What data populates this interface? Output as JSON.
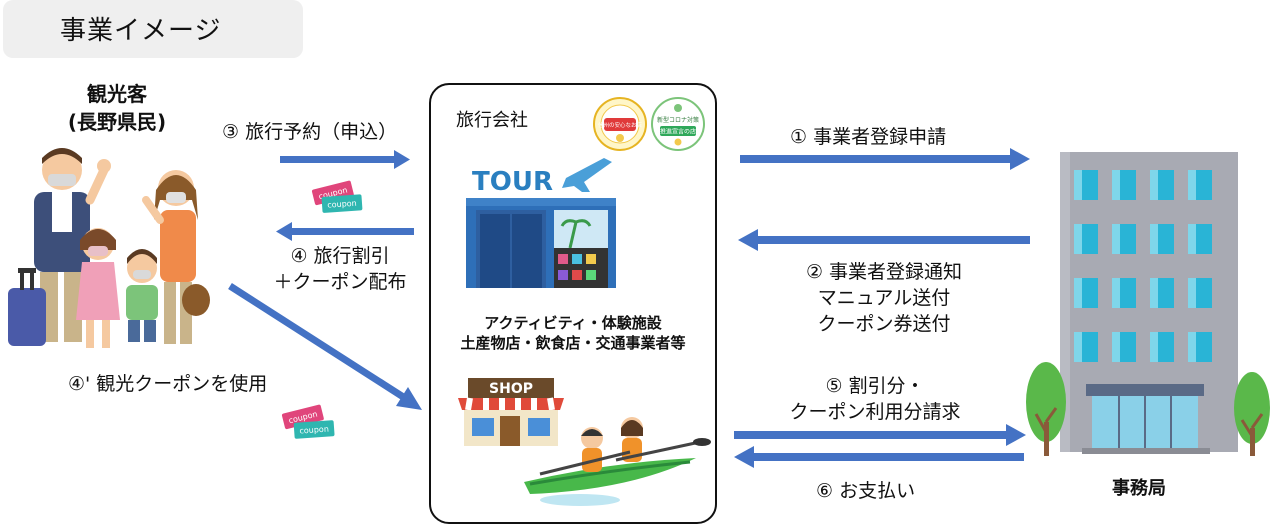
{
  "title": "事業イメージ",
  "tourist": {
    "line1": "観光客",
    "line2": "(長野県民)"
  },
  "agency": {
    "name": "旅行会社",
    "tour_sign": "TOUR",
    "shop_sign": "SHOP",
    "badge_left": "信州の安心なお店",
    "badge_right_l1": "新型コロナ対策",
    "badge_right_l2": "推進宣言の店",
    "partners_line1": "アクティビティ・体験施設",
    "partners_line2": "土産物店・飲食店・交通事業者等"
  },
  "office": {
    "name": "事務局"
  },
  "coupon": {
    "text": "coupon"
  },
  "steps": {
    "s3": "③ 旅行予約（申込）",
    "s4_l1": "④ 旅行割引",
    "s4_l2": "＋クーポン配布",
    "s4b": "④' 観光クーポンを使用",
    "s1": "① 事業者登録申請",
    "s2_l1": "② 事業者登録通知",
    "s2_l2": "マニュアル送付",
    "s2_l3": "クーポン券送付",
    "s5_l1": "⑤ 割引分・",
    "s5_l2": "クーポン利用分請求",
    "s6": "⑥ お支払い"
  },
  "colors": {
    "arrow": "#4472c4",
    "arrow_dark": "#2f528f",
    "coupon_pink": "#e0457b",
    "coupon_teal": "#2fb6b0"
  }
}
